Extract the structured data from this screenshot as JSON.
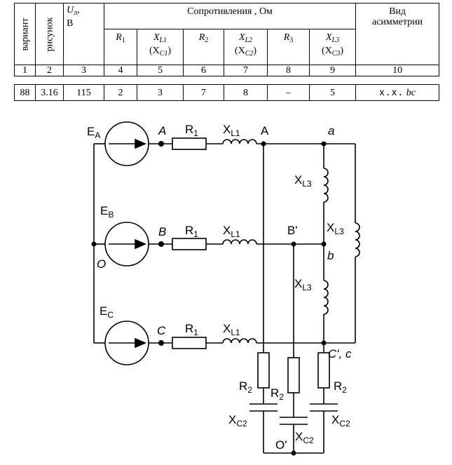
{
  "table": {
    "headers": {
      "variant": "вариант",
      "figure": "рисунок",
      "voltage_sym": "U",
      "voltage_sub": "л",
      "voltage_unit": "В",
      "resistances": "Сопротивления , Ом",
      "asym_line1": "Вид",
      "asym_line2": "асимметрии",
      "r1": "R",
      "r1_sub": "1",
      "xl1": "X",
      "xl1_sub": "L1",
      "xc1": "(X",
      "xc1_sub": "C1",
      "xc1_close": ")",
      "r2": "R",
      "r2_sub": "2",
      "xl2": "X",
      "xl2_sub": "L2",
      "xc2": "(X",
      "xc2_sub": "C2",
      "xc2_close": ")",
      "r3": "R",
      "r3_sub": "3",
      "xl3": "X",
      "xl3_sub": "L3",
      "xc3": "(X",
      "xc3_sub": "C3",
      "xc3_close": ")"
    },
    "column_numbers": [
      "1",
      "2",
      "3",
      "4",
      "5",
      "6",
      "7",
      "8",
      "9",
      "10"
    ],
    "row": [
      "88",
      "3.16",
      "115",
      "2",
      "3",
      "7",
      "8",
      "–",
      "5"
    ],
    "asym_prefix": "х.х.",
    "asym_phase": "bc"
  },
  "circuit": {
    "EA": "E",
    "EA_sub": "A",
    "EB": "E",
    "EB_sub": "B",
    "EC": "E",
    "EC_sub": "C",
    "A": "A",
    "B": "B",
    "C": "C",
    "O": "O",
    "R1": "R",
    "R1_sub": "1",
    "XL1": "X",
    "XL1_sub": "L1",
    "A2": "A",
    "Bp": "B'",
    "Cc": "C', c",
    "a": "a",
    "b": "b",
    "XL3": "X",
    "XL3_sub": "L3",
    "R2": "R",
    "R2_sub": "2",
    "XC2": "X",
    "XC2_sub": "C2",
    "Op": "O'"
  }
}
